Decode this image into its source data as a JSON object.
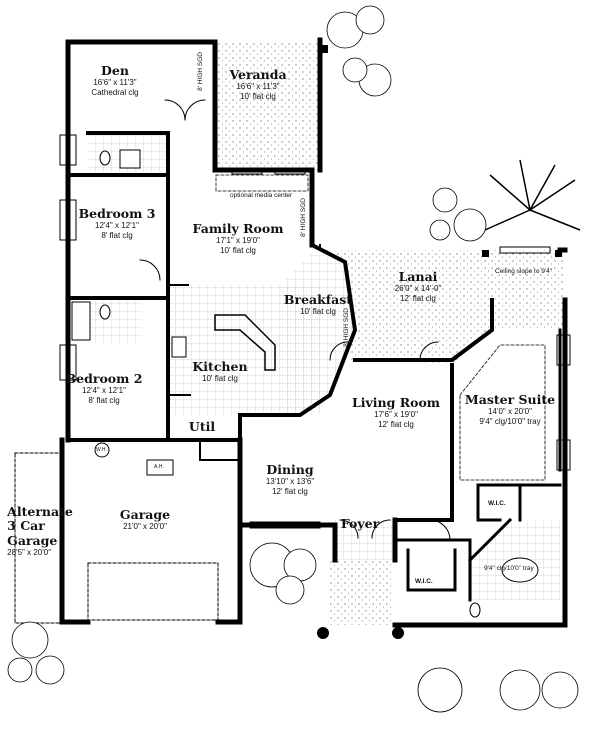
{
  "rooms": {
    "den": {
      "name": "Den",
      "size": "16'6\" x 11'3\"",
      "ceiling": "Cathedral clg"
    },
    "veranda": {
      "name": "Veranda",
      "size": "16'6\" x 11'3\"",
      "ceiling": "10' flat clg"
    },
    "bedroom3": {
      "name": "Bedroom 3",
      "size": "12'4\" x 12'1\"",
      "ceiling": "8' flat clg"
    },
    "family_room": {
      "name": "Family Room",
      "size": "17'1\" x 19'0\"",
      "ceiling": "10' flat clg"
    },
    "breakfast": {
      "name": "Breakfast",
      "ceiling": "10' flat clg"
    },
    "lanai": {
      "name": "Lanai",
      "size": "26'0\" x 14'-0\"",
      "ceiling": "12' flat clg",
      "note": "Ceiling slope to 9'4\""
    },
    "kitchen": {
      "name": "Kitchen",
      "ceiling": "10' flat clg"
    },
    "bedroom2": {
      "name": "Bedroom 2",
      "size": "12'4\" x 12'1\"",
      "ceiling": "8' flat clg"
    },
    "util": {
      "name": "Util"
    },
    "living_room": {
      "name": "Living Room",
      "size": "17'6\" x 19'0\"",
      "ceiling": "12' flat clg"
    },
    "master_suite": {
      "name": "Master Suite",
      "size": "14'0\" x 20'0\"",
      "ceiling": "9'4\" clg/10'0\" tray"
    },
    "dining": {
      "name": "Dining",
      "size": "13'10\" x 13'6\"",
      "ceiling": "12' flat clg"
    },
    "garage": {
      "name": "Garage",
      "size": "21'0\" x 20'0\""
    },
    "alt_garage": {
      "name1": "Alternate",
      "name2": "3 Car",
      "name3": "Garage",
      "size": "28'5\" x 20'0\""
    },
    "foyer": {
      "name": "Foyer"
    },
    "wic1": {
      "name": "W.I.C."
    },
    "wic2": {
      "name": "W.I.C."
    },
    "master_bath": {
      "ceiling": "9'4\" clg/10'0\" tray"
    }
  },
  "annotations": {
    "media_center": "optional media center",
    "sgd1": "8' HIGH SGD",
    "sgd2": "8' HIGH SGD",
    "sgd3": "8' HIGH SGD",
    "water_heater": "W.H.",
    "air_handler": "A.H."
  }
}
